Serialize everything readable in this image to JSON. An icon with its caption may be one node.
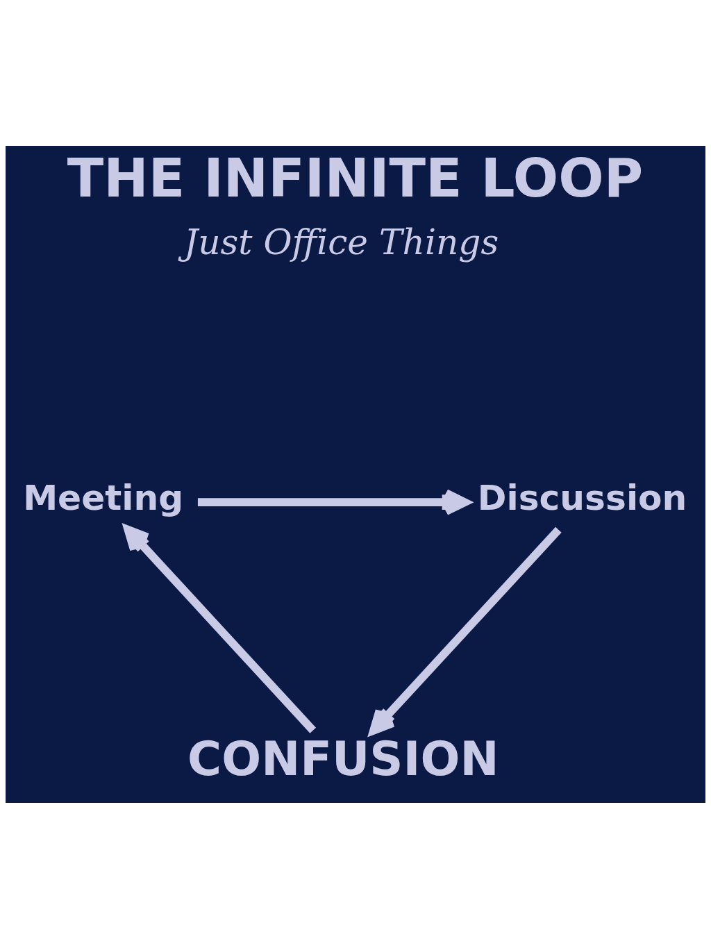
{
  "diagram": {
    "title": "THE INFINITE LOOP",
    "nodes": [
      {
        "text": [
          "Meeting"
        ]
      },
      {
        "text": [
          "Discussion"
        ]
      },
      {
        "text": [
          "CONFUSION"
        ]
      }
    ],
    "edges": [
      {
        "from": 0,
        "to": 1,
        "arrow": "to"
      },
      {
        "from": 1,
        "to": 2,
        "arrow": "to"
      },
      {
        "from": 2,
        "to": 0,
        "arrow": "to"
      }
    ],
    "labels": [
      "Just Office Things"
    ]
  }
}
